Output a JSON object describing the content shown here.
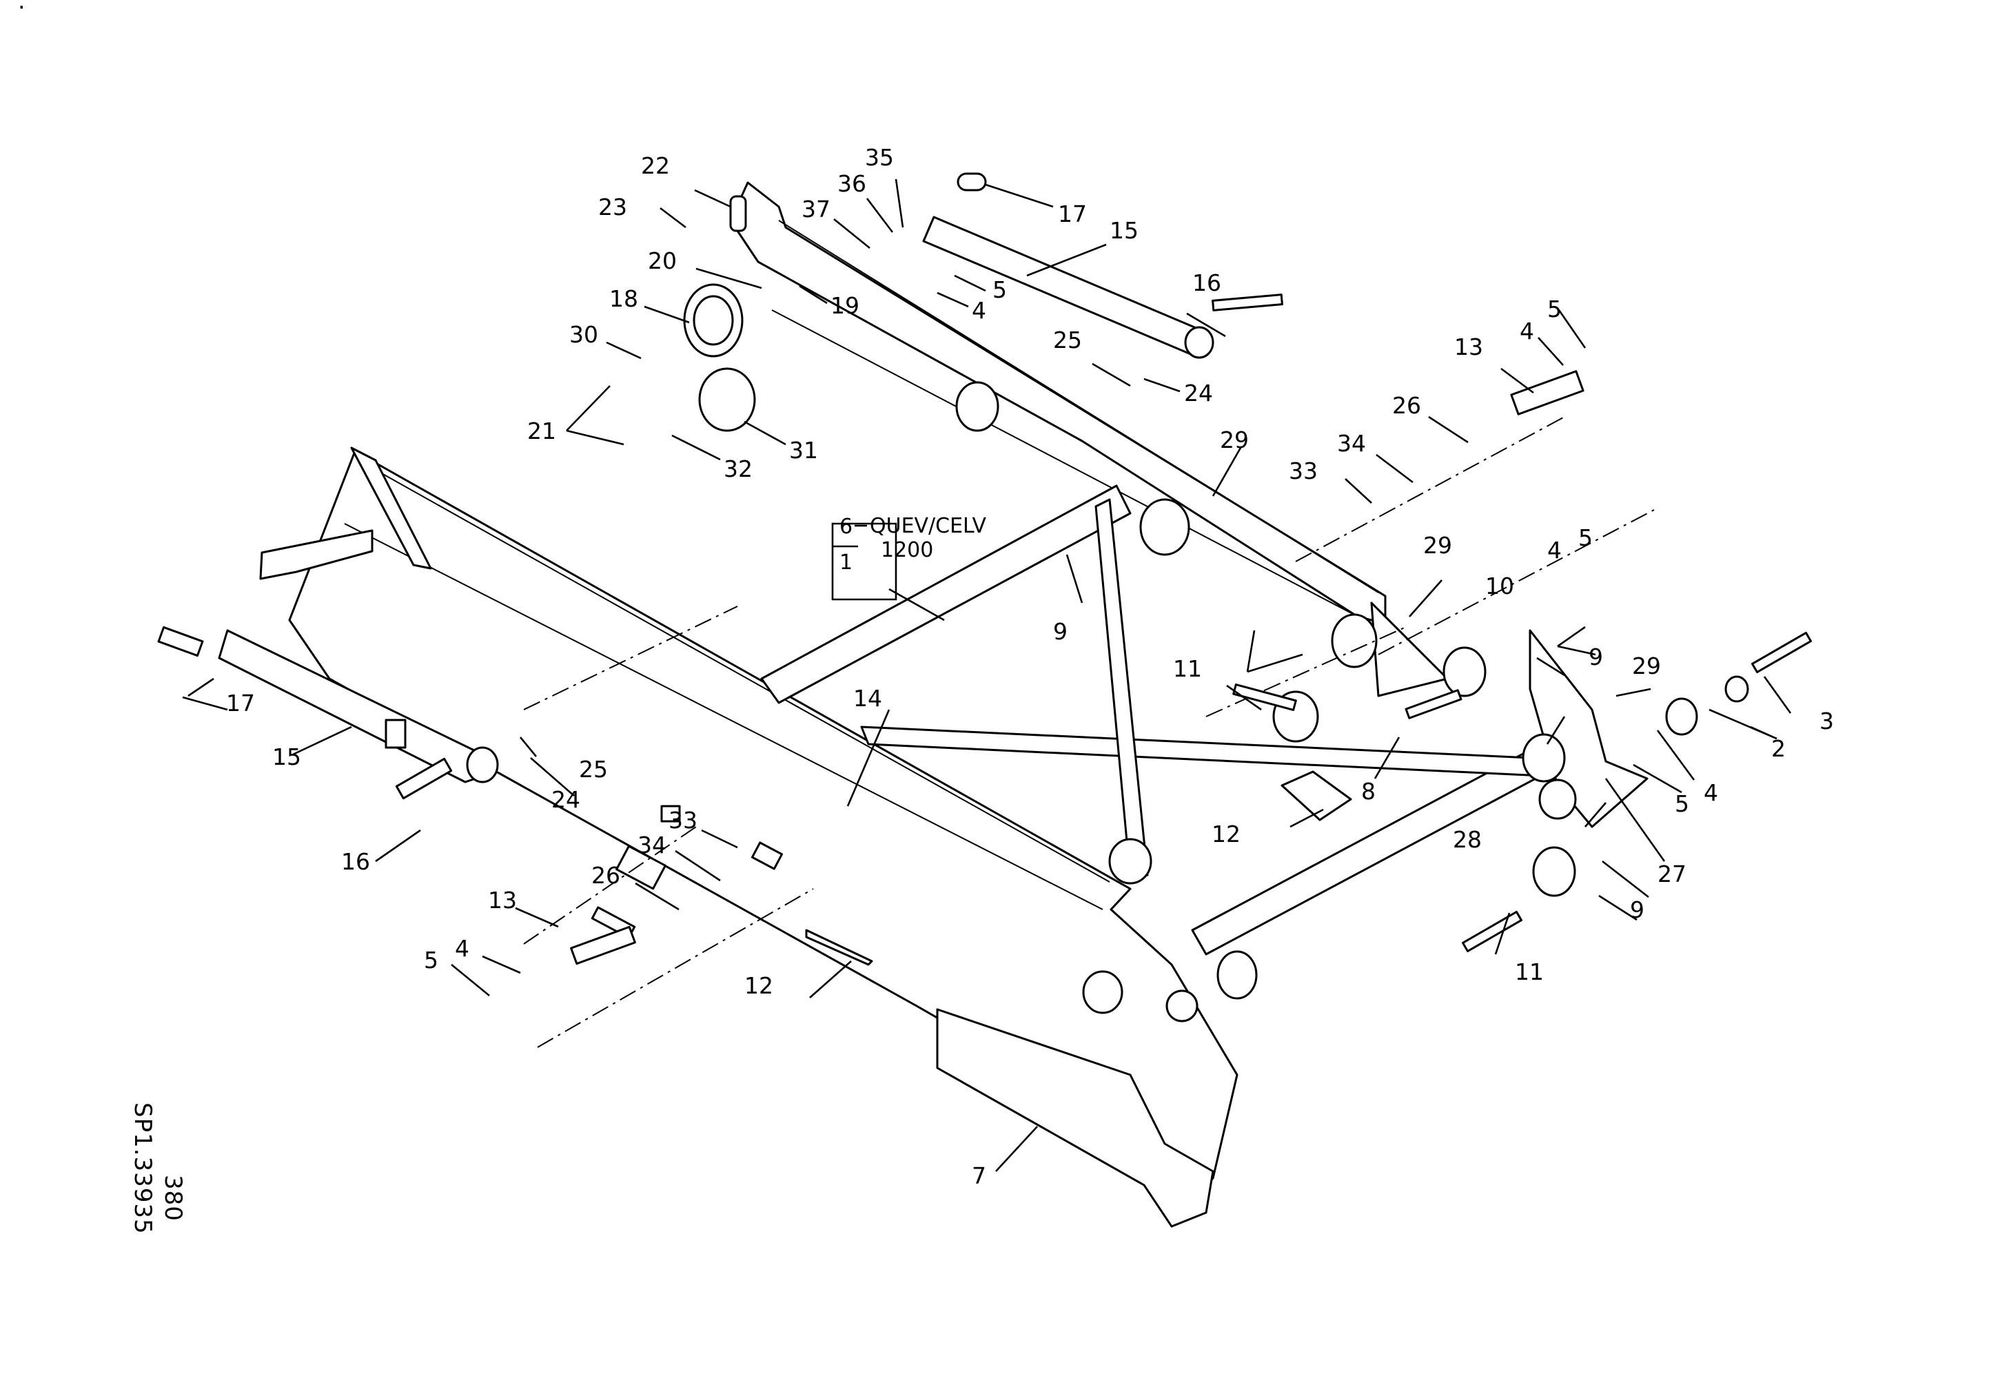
{
  "diagram": {
    "callouts": [
      "22",
      "23",
      "20",
      "18",
      "30",
      "21",
      "32",
      "31",
      "37",
      "36",
      "35",
      "17",
      "15",
      "16",
      "19",
      "5",
      "4",
      "25",
      "24",
      "13",
      "26",
      "34",
      "33",
      "29",
      "9",
      "10",
      "11",
      "8",
      "12",
      "3",
      "2",
      "27",
      "28",
      "7",
      "14"
    ],
    "boxed_note": {
      "top_number": "6",
      "bottom_number": "1",
      "model": "QUEV/CELV",
      "value": "1200"
    },
    "reference": {
      "code": "SP1.33935",
      "number": "380"
    },
    "corner_mark": "·"
  }
}
